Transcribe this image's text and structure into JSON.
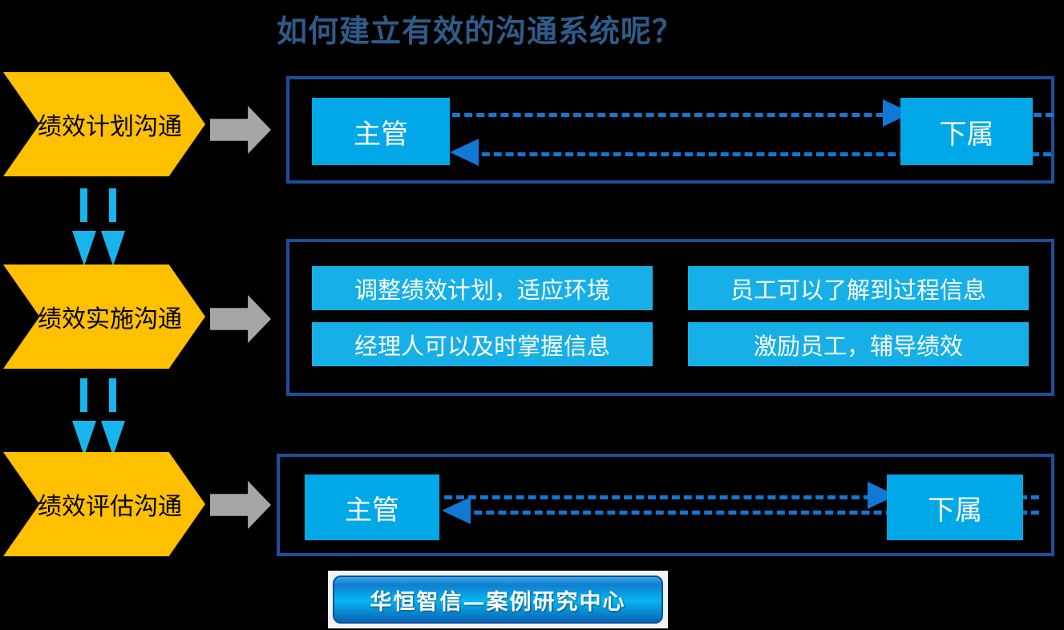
{
  "title": "如何建立有效的沟通系统呢？",
  "theme": {
    "title_color": "#2E5B87",
    "chevron_fill": "#FFC000",
    "chevron_border": "#9DC3F7",
    "panel_border": "#1F4E9C",
    "cyan_box": "#00A8E8",
    "statement_bar": "#16AFE8",
    "gray_arrow": "#A6A6A6",
    "dashed_blue": "#1178D4",
    "vertical_arrow": "#17B4EE",
    "background": "#000000"
  },
  "stages": [
    {
      "label": "绩效计划沟通"
    },
    {
      "label": "绩效实施沟通"
    },
    {
      "label": "绩效评估沟通"
    }
  ],
  "panels": {
    "plan": {
      "left_role": "主管",
      "right_role": "下属",
      "flows": [
        "主管 → 下属",
        "下属 → 主管"
      ]
    },
    "execute": {
      "statements": [
        "调整绩效计划，适应环境",
        "员工可以了解到过程信息",
        "经理人可以及时掌握信息",
        "激励员工，辅导绩效"
      ]
    },
    "evaluate": {
      "left_role": "主管",
      "right_role": "下属",
      "flows": [
        "主管 → 下属",
        "下属 → 主管"
      ]
    }
  },
  "footer": {
    "badge_text": "华恒智信—案例研究中心"
  }
}
